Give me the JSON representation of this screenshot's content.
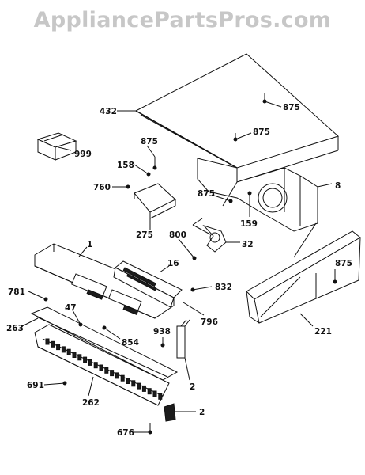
{
  "watermark": "AppliancePartsPros.com",
  "labels": {
    "p432": "432",
    "p875a": "875",
    "p875b": "875",
    "p875c": "875",
    "p875d": "875",
    "p875e": "875",
    "p999": "999",
    "p158": "158",
    "p760": "760",
    "p275": "275",
    "p8": "8",
    "p159": "159",
    "p800": "800",
    "p32": "32",
    "p1": "1",
    "p16": "16",
    "p832": "832",
    "p781": "781",
    "p47": "47",
    "p796": "796",
    "p263": "263",
    "p938": "938",
    "p854": "854",
    "p221": "221",
    "p2a": "2",
    "p691": "691",
    "p262": "262",
    "p2b": "2",
    "p676": "676"
  }
}
